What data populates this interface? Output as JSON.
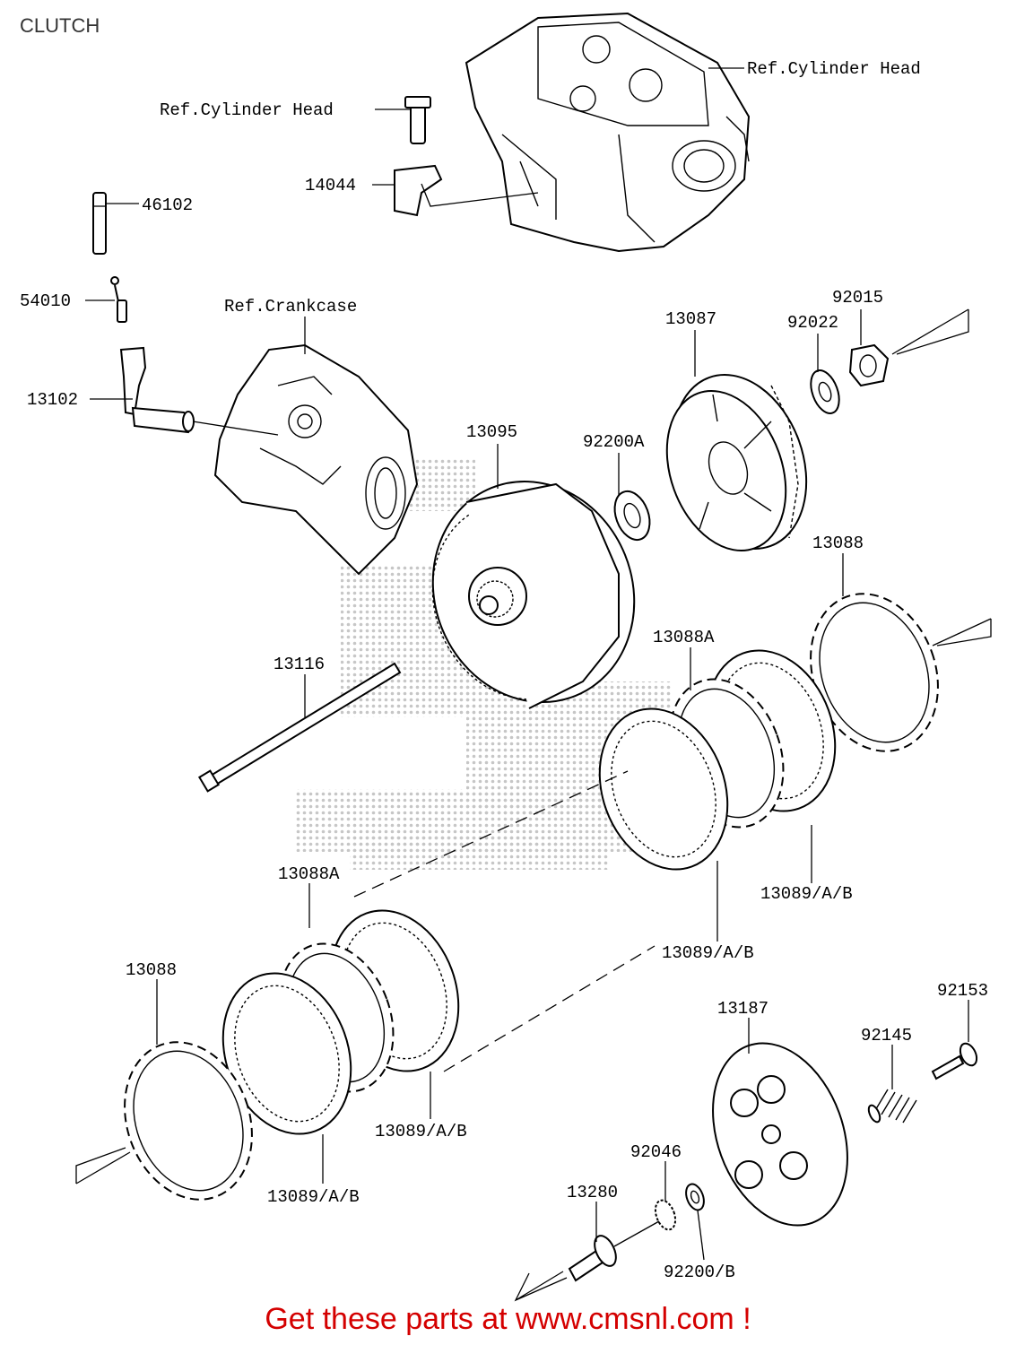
{
  "title": "CLUTCH",
  "footer": "Get these parts at www.cmsnl.com !",
  "colors": {
    "footer": "#d40000",
    "lines": "#000000"
  },
  "refs": {
    "cyl_head_a": "Ref.Cylinder Head",
    "cyl_head_b": "Ref.Cylinder Head",
    "crankcase": "Ref.Crankcase"
  },
  "parts": {
    "p14044": "14044",
    "p46102": "46102",
    "p54010": "54010",
    "p13102": "13102",
    "p13087": "13087",
    "p92022": "92022",
    "p92015": "92015",
    "p13095": "13095",
    "p92200a": "92200A",
    "p13088_r": "13088",
    "p13088a_r": "13088A",
    "p13116": "13116",
    "p13089_r1": "13089/A/B",
    "p13089_r2": "13089/A/B",
    "p13088a_l": "13088A",
    "p13088_l": "13088",
    "p13089_l1": "13089/A/B",
    "p13089_l2": "13089/A/B",
    "p13187": "13187",
    "p92153": "92153",
    "p92145": "92145",
    "p92046": "92046",
    "p13280": "13280",
    "p92200b": "92200/B"
  }
}
